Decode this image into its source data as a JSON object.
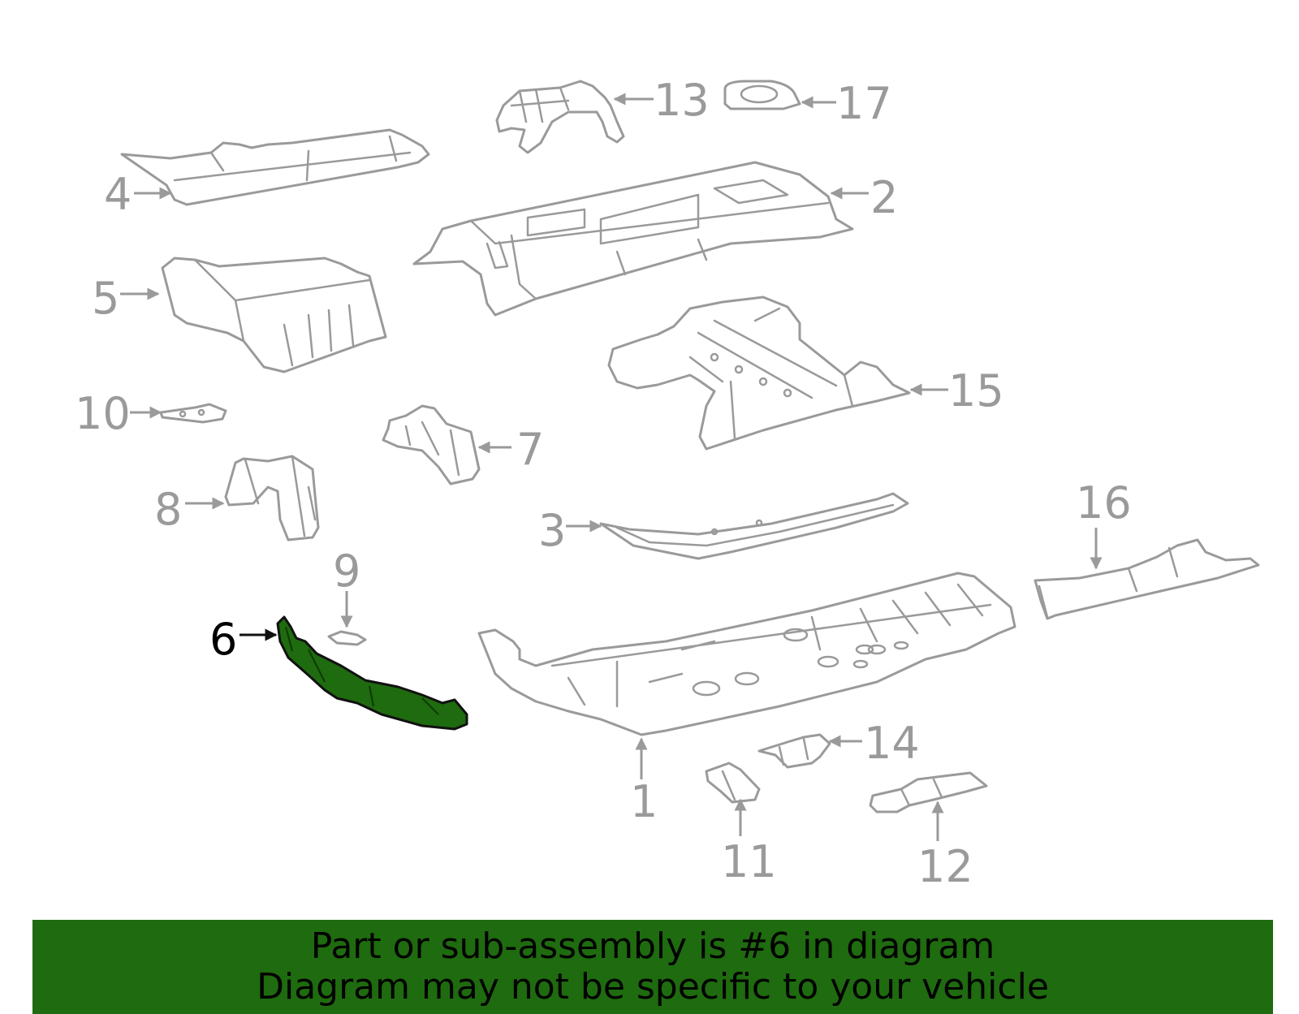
{
  "diagram": {
    "highlight_color": "#1f6b0f",
    "line_color": "#9a9a9a",
    "highlighted_part": "6",
    "callouts": {
      "c1": "1",
      "c2": "2",
      "c3": "3",
      "c4": "4",
      "c5": "5",
      "c6": "6",
      "c7": "7",
      "c8": "8",
      "c9": "9",
      "c10": "10",
      "c11": "11",
      "c12": "12",
      "c13": "13",
      "c14": "14",
      "c15": "15",
      "c16": "16",
      "c17": "17"
    }
  },
  "banner": {
    "line1": "Part or sub-assembly is #6 in diagram",
    "line2": "Diagram may not be specific to your vehicle"
  }
}
